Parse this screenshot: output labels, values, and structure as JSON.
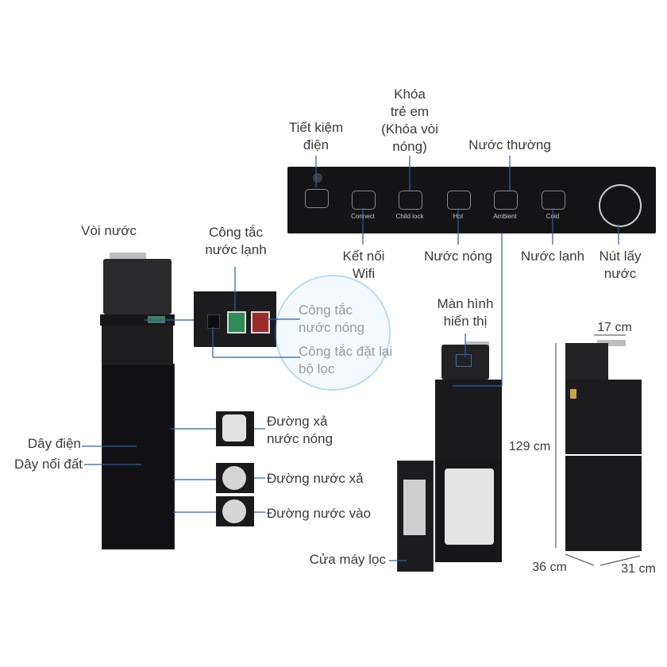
{
  "panel": {
    "labels_top": {
      "power_saving": "Tiết kiệm\nđiện",
      "child_lock": "Khóa\ntrẻ em\n(Khóa vòi\nnóng)",
      "ambient": "Nước thường"
    },
    "labels_bottom": {
      "wifi": "Kết nối\nWifi",
      "hot": "Nước nóng",
      "cold": "Nước lạnh",
      "dispense": "Nút lấy\nnước"
    },
    "key_captions": {
      "connect": "Connect",
      "child_lock": "Child lock",
      "hot": "Hot",
      "ambient": "Ambient",
      "cold": "Cold"
    }
  },
  "rear": {
    "faucet": "Vòi nước",
    "cold_switch": "Công tắc\nnước lạnh",
    "hot_switch": "Công tắc\nnước nóng",
    "filter_reset": "Công tắc đặt lại\nbộ lọc",
    "power_cord": "Dây điện",
    "ground_wire": "Dây nối đất",
    "hot_drain": "Đường xả\nnước nóng",
    "drain_line": "Đường nước xả",
    "inlet_line": "Đường nước vào"
  },
  "front": {
    "display": "Màn hình\nhiển thị",
    "filter_door": "Cửa máy lọc"
  },
  "dimensions": {
    "top_width": "17 cm",
    "height": "129 cm",
    "depth": "36 cm",
    "width": "31 cm"
  },
  "colors": {
    "machine_body": "#1e1e20",
    "label_text": "#3a3a3a",
    "leader_line": "#2a5fa8",
    "watermark": "#4aa3df"
  }
}
